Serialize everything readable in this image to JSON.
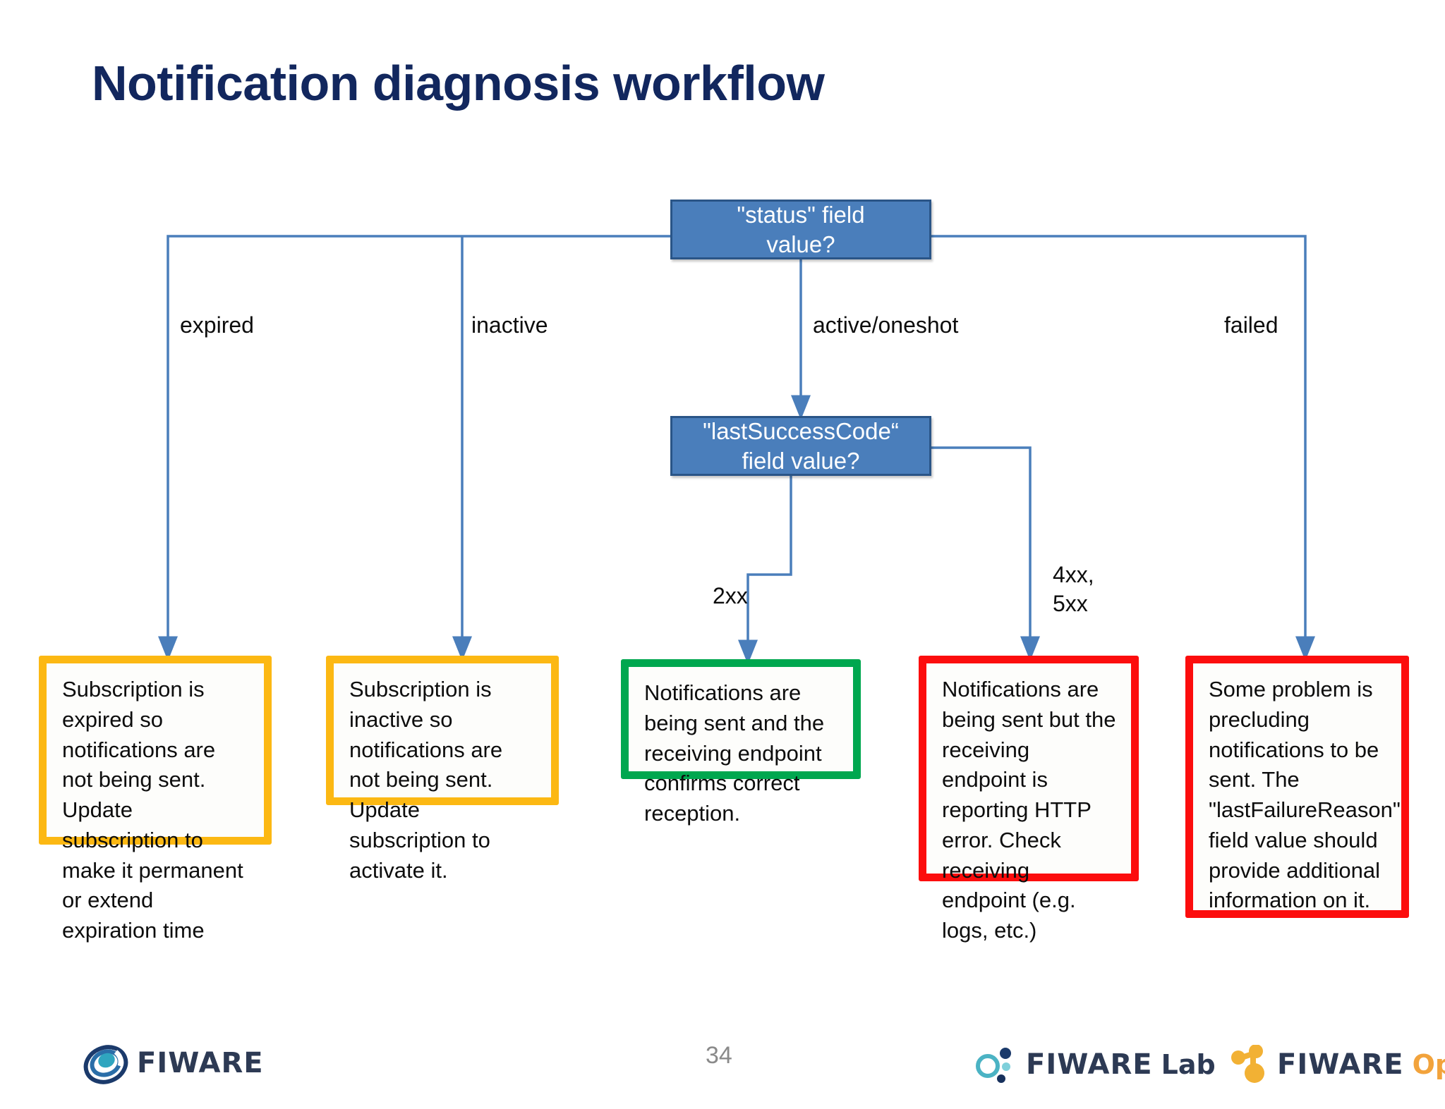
{
  "slide": {
    "title": "Notification diagnosis workflow",
    "page_number": "34",
    "title_color": "#12275e",
    "background": "#ffffff"
  },
  "colors": {
    "decision_fill": "#4a7ebb",
    "decision_border": "#2a5587",
    "connector": "#4a7ebb",
    "outcome_amber": "#fcb813",
    "outcome_green": "#00a74f",
    "outcome_red": "#fc0d0d",
    "page_number": "#8a8a8a"
  },
  "flowchart": {
    "decisions": [
      {
        "id": "status",
        "label": "\"status\" field\nvalue?"
      },
      {
        "id": "lastsuccesscode",
        "label": "\"lastSuccessCode“\nfield value?"
      }
    ],
    "branch_labels": {
      "expired": "expired",
      "inactive": "inactive",
      "active_oneshot": "active/oneshot",
      "failed": "failed",
      "code_2xx": "2xx",
      "code_4xx_5xx": "4xx,\n5xx"
    },
    "outcomes": [
      {
        "id": "expired",
        "severity": "warning",
        "text": "Subscription is expired so notifications are not being sent. Update subscription to make it permanent or extend expiration time"
      },
      {
        "id": "inactive",
        "severity": "warning",
        "text": "Subscription is inactive so notifications are not being sent. Update subscription to activate it."
      },
      {
        "id": "ok-2xx",
        "severity": "ok",
        "text": "Notifications are being sent and the receiving endpoint confirms correct reception."
      },
      {
        "id": "http-error",
        "severity": "error",
        "text": "Notifications are being sent but the receiving endpoint is reporting HTTP error. Check receiving endpoint (e.g. logs, etc.)"
      },
      {
        "id": "failed",
        "severity": "error",
        "text": "Some problem is precluding notifications to be sent. The \"lastFailureReason\" field value should provide additional information on it."
      }
    ]
  },
  "footer": {
    "logos": [
      {
        "id": "fiware",
        "text": "FIWARE",
        "suffix": ""
      },
      {
        "id": "fiware-lab",
        "text": "FIWARE",
        "suffix": "Lab"
      },
      {
        "id": "fiware-ops",
        "text": "FIWARE",
        "suffix": "Ops"
      }
    ]
  }
}
